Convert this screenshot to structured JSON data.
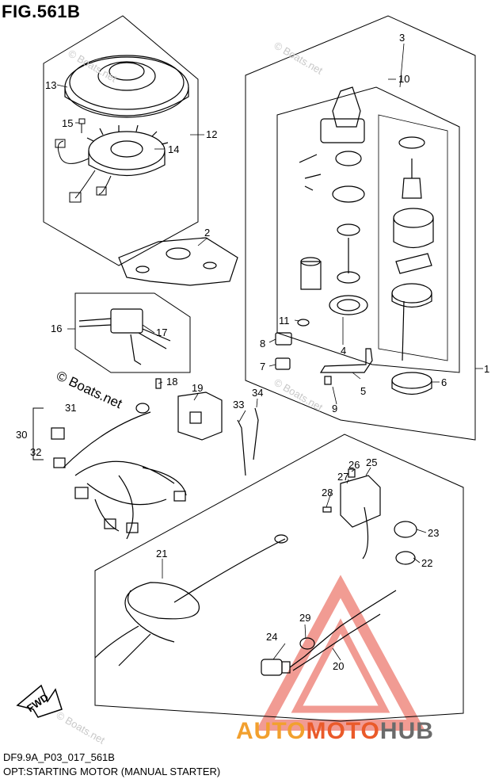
{
  "figure_title": "FIG.561B",
  "model_code": "DF9.9A_P03_017_561B",
  "caption": "OPT:STARTING MOTOR (MANUAL STARTER)",
  "watermark_site": "© Boats.net",
  "watermark_brand": {
    "part1": "AUTO",
    "part2": "MOTO",
    "part3": "HUB"
  },
  "fwd_label": "FWD",
  "part_numbers": [
    "1",
    "2",
    "3",
    "4",
    "5",
    "6",
    "7",
    "8",
    "9",
    "10",
    "11",
    "12",
    "13",
    "14",
    "15",
    "16",
    "17",
    "18",
    "19",
    "20",
    "21",
    "22",
    "23",
    "24",
    "25",
    "26",
    "27",
    "28",
    "29",
    "30",
    "31",
    "32",
    "33",
    "34"
  ],
  "colors": {
    "line": "#000000",
    "brand_orange": "#f2a02e",
    "brand_red": "#ea5a2a",
    "brand_grey": "#6b6b6b",
    "triangle": "#e64a3b"
  }
}
